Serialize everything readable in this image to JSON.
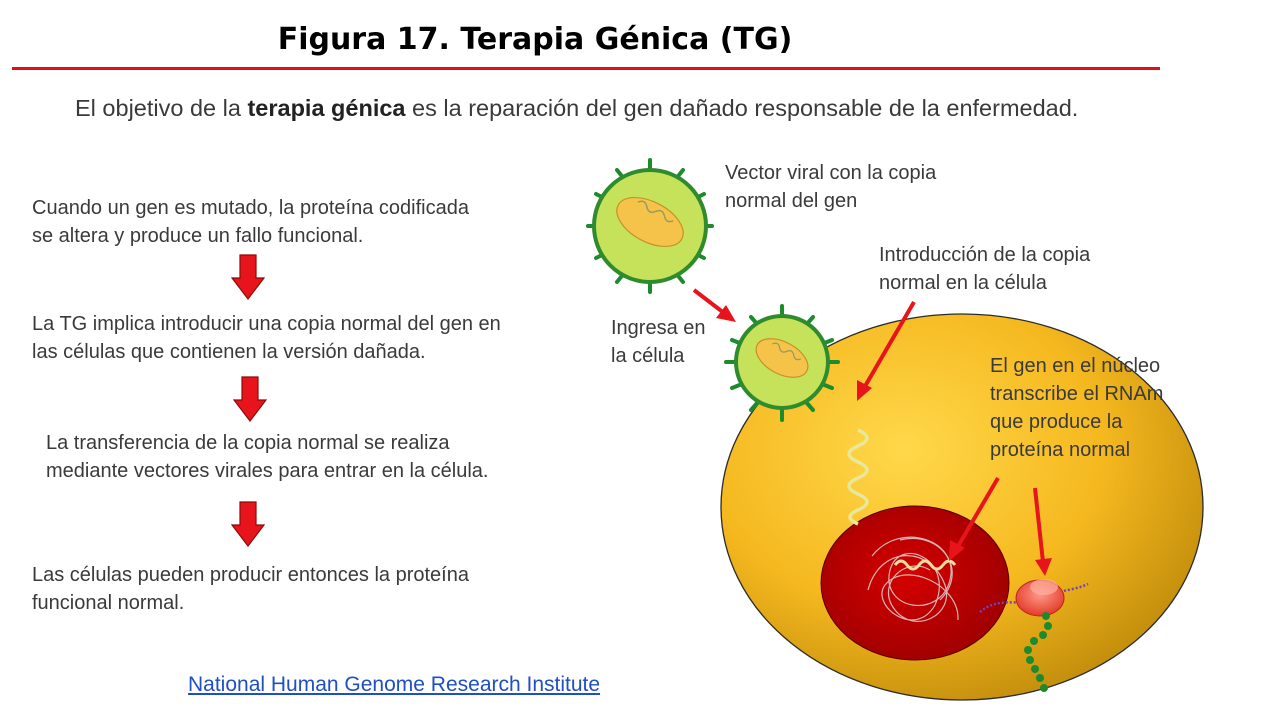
{
  "title": "Figura 17. Terapia Génica (TG)",
  "intro": {
    "before": "El objetivo de la ",
    "bold": "terapia génica",
    "after": " es la reparación del gen dañado responsable de la enfermedad."
  },
  "steps": [
    [
      "Cuando un gen es mutado, la proteína codificada",
      "se altera y produce un fallo funcional."
    ],
    [
      "La TG implica introducir una copia normal del gen en",
      "las células que contienen la versión dañada."
    ],
    [
      "La transferencia de la copia normal se realiza",
      "mediante vectores virales para entrar en la célula."
    ],
    [
      "Las células pueden producir entonces la proteína",
      "funcional normal."
    ]
  ],
  "diagram_labels": {
    "vector": [
      "Vector viral con la copia",
      "normal del gen"
    ],
    "ingresa": [
      "Ingresa en",
      "la célula"
    ],
    "introduccion": [
      "Introducción de la copia",
      "normal en la célula"
    ],
    "nucleo": [
      "El gen en el núcleo",
      "transcribe el RNAm",
      "que produce la",
      "proteína normal"
    ]
  },
  "source_link": "National Human Genome Research Institute",
  "colors": {
    "title_rule": "#e0101a",
    "arrow": "#e8141c",
    "cell": "#f2b51e",
    "nucleus": "#c00000",
    "virus": "#c5e25a",
    "link": "#1f4fc4"
  }
}
